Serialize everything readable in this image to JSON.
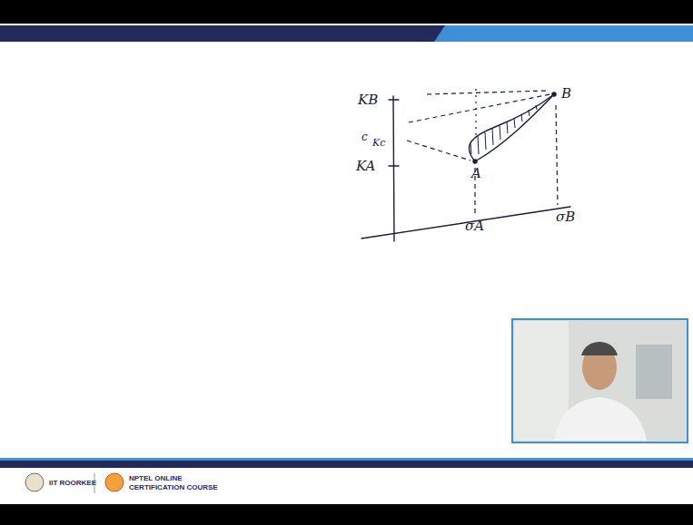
{
  "diagram": {
    "labels": [
      "KB",
      "c",
      "Kc",
      "KA",
      "A",
      "B",
      "σA",
      "σB",
      "IIT ROORKEE",
      "NPTEL ONLINE",
      "CERTIFICATION COURSE"
    ]
  }
}
